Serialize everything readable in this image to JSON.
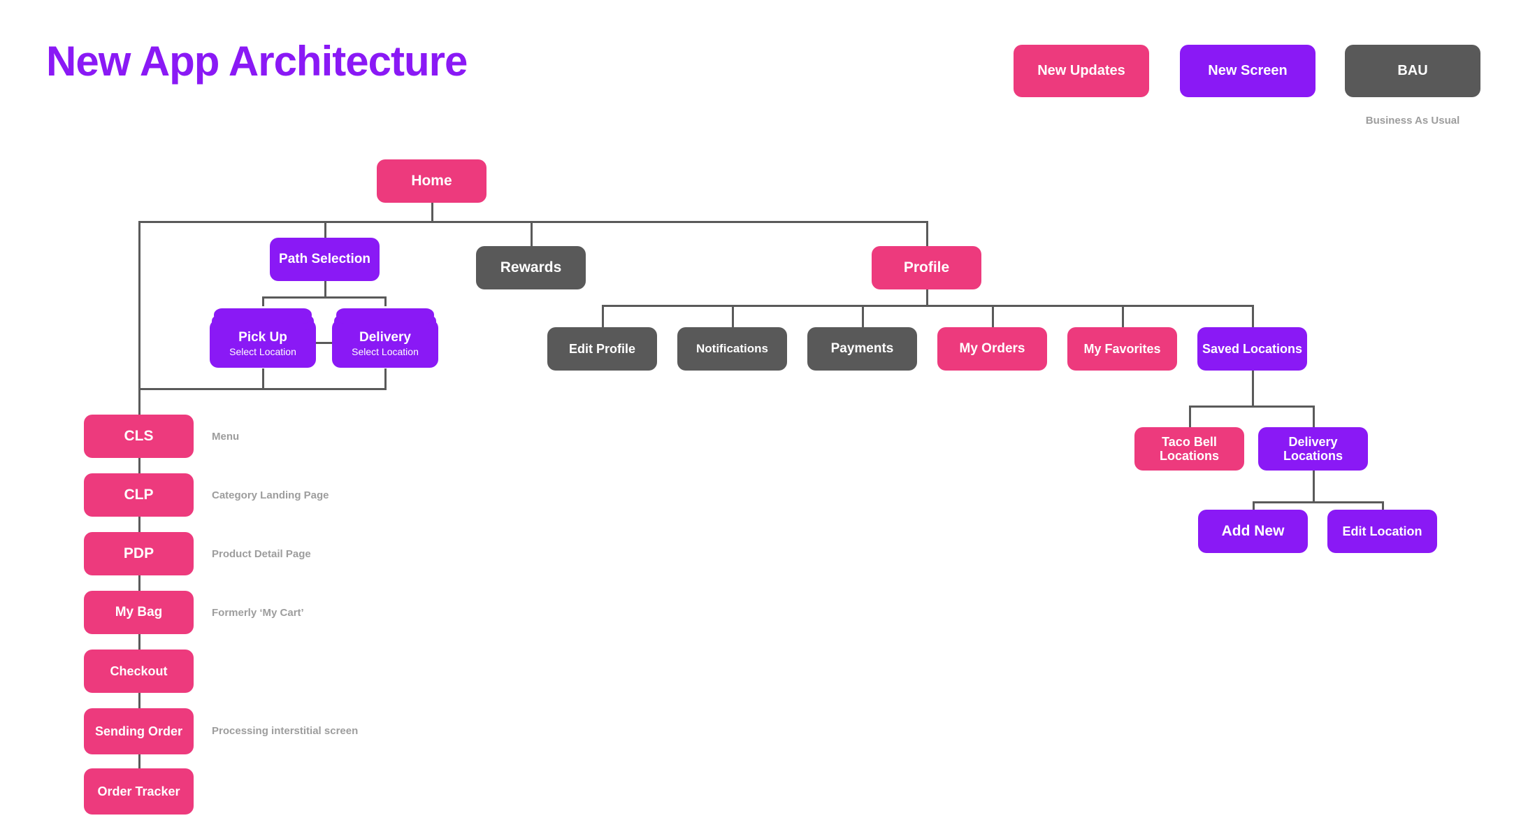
{
  "page": {
    "title": "New App Architecture",
    "title_color": "#8A19F5",
    "background": "#FFFFFF"
  },
  "legend": {
    "items": [
      {
        "id": "new-updates",
        "label": "New Updates",
        "color": "#ED3A7D"
      },
      {
        "id": "new-screen",
        "label": "New Screen",
        "color": "#8A19F5"
      },
      {
        "id": "bau",
        "label": "BAU",
        "color": "#595959",
        "caption": "Business As Usual"
      }
    ]
  },
  "palette": {
    "pink": "#ED3A7D",
    "purple": "#8A19F5",
    "gray": "#595959",
    "connector": "#5A5A5A",
    "annotation_text": "#9D9D9D"
  },
  "diagram": {
    "type": "tree",
    "root": {
      "id": "home",
      "label": "Home",
      "color": "#ED3A7D",
      "category": "New Updates"
    },
    "nodes": {
      "home": {
        "label": "Home",
        "color": "#ED3A7D",
        "category": "New Updates"
      },
      "path_selection": {
        "label": "Path Selection",
        "color": "#8A19F5",
        "category": "New Screen"
      },
      "pick_up": {
        "label": "Pick Up",
        "sub": "Select Location",
        "color": "#8A19F5",
        "category": "New Screen",
        "stacked": true
      },
      "delivery": {
        "label": "Delivery",
        "sub": "Select Location",
        "color": "#8A19F5",
        "category": "New Screen",
        "stacked": true
      },
      "rewards": {
        "label": "Rewards",
        "color": "#595959",
        "category": "BAU"
      },
      "profile": {
        "label": "Profile",
        "color": "#ED3A7D",
        "category": "New Updates"
      },
      "edit_profile": {
        "label": "Edit Profile",
        "color": "#595959",
        "category": "BAU"
      },
      "notifications": {
        "label": "Notifications",
        "color": "#595959",
        "category": "BAU"
      },
      "payments": {
        "label": "Payments",
        "color": "#595959",
        "category": "BAU"
      },
      "my_orders": {
        "label": "My Orders",
        "color": "#ED3A7D",
        "category": "New Updates"
      },
      "my_favorites": {
        "label": "My Favorites",
        "color": "#ED3A7D",
        "category": "New Updates"
      },
      "saved_locations": {
        "label": "Saved Locations",
        "color": "#8A19F5",
        "category": "New Screen"
      },
      "taco_bell_locations": {
        "label": "Taco Bell Locations",
        "color": "#ED3A7D",
        "category": "New Updates"
      },
      "delivery_locations": {
        "label": "Delivery Locations",
        "color": "#8A19F5",
        "category": "New Screen"
      },
      "add_new": {
        "label": "Add New",
        "color": "#8A19F5",
        "category": "New Screen"
      },
      "edit_location": {
        "label": "Edit Location",
        "color": "#8A19F5",
        "category": "New Screen"
      },
      "cls": {
        "label": "CLS",
        "color": "#ED3A7D",
        "category": "New Updates",
        "annotation": "Menu"
      },
      "clp": {
        "label": "CLP",
        "color": "#ED3A7D",
        "category": "New Updates",
        "annotation": "Category Landing Page"
      },
      "pdp": {
        "label": "PDP",
        "color": "#ED3A7D",
        "category": "New Updates",
        "annotation": "Product Detail Page"
      },
      "my_bag": {
        "label": "My Bag",
        "color": "#ED3A7D",
        "category": "New Updates",
        "annotation": "Formerly ‘My Cart’"
      },
      "checkout": {
        "label": "Checkout",
        "color": "#ED3A7D",
        "category": "New Updates"
      },
      "sending_order": {
        "label": "Sending Order",
        "color": "#ED3A7D",
        "category": "New Updates",
        "annotation": "Processing interstitial screen"
      },
      "order_tracker": {
        "label": "Order Tracker",
        "color": "#ED3A7D",
        "category": "New Updates"
      }
    },
    "edges": [
      [
        "home",
        "path_selection"
      ],
      [
        "home",
        "rewards"
      ],
      [
        "home",
        "profile"
      ],
      [
        "path_selection",
        "pick_up"
      ],
      [
        "path_selection",
        "delivery"
      ],
      [
        "pick_up",
        "cls"
      ],
      [
        "delivery",
        "cls"
      ],
      [
        "profile",
        "edit_profile"
      ],
      [
        "profile",
        "notifications"
      ],
      [
        "profile",
        "payments"
      ],
      [
        "profile",
        "my_orders"
      ],
      [
        "profile",
        "my_favorites"
      ],
      [
        "profile",
        "saved_locations"
      ],
      [
        "saved_locations",
        "taco_bell_locations"
      ],
      [
        "saved_locations",
        "delivery_locations"
      ],
      [
        "delivery_locations",
        "add_new"
      ],
      [
        "delivery_locations",
        "edit_location"
      ],
      [
        "cls",
        "clp"
      ],
      [
        "clp",
        "pdp"
      ],
      [
        "pdp",
        "my_bag"
      ],
      [
        "my_bag",
        "checkout"
      ],
      [
        "checkout",
        "sending_order"
      ],
      [
        "sending_order",
        "order_tracker"
      ]
    ],
    "annotations": [
      {
        "for": "cls",
        "text": "Menu"
      },
      {
        "for": "clp",
        "text": "Category Landing Page"
      },
      {
        "for": "pdp",
        "text": "Product Detail Page"
      },
      {
        "for": "my_bag",
        "text": "Formerly ‘My Cart’"
      },
      {
        "for": "sending_order",
        "text": "Processing interstitial screen"
      }
    ]
  }
}
